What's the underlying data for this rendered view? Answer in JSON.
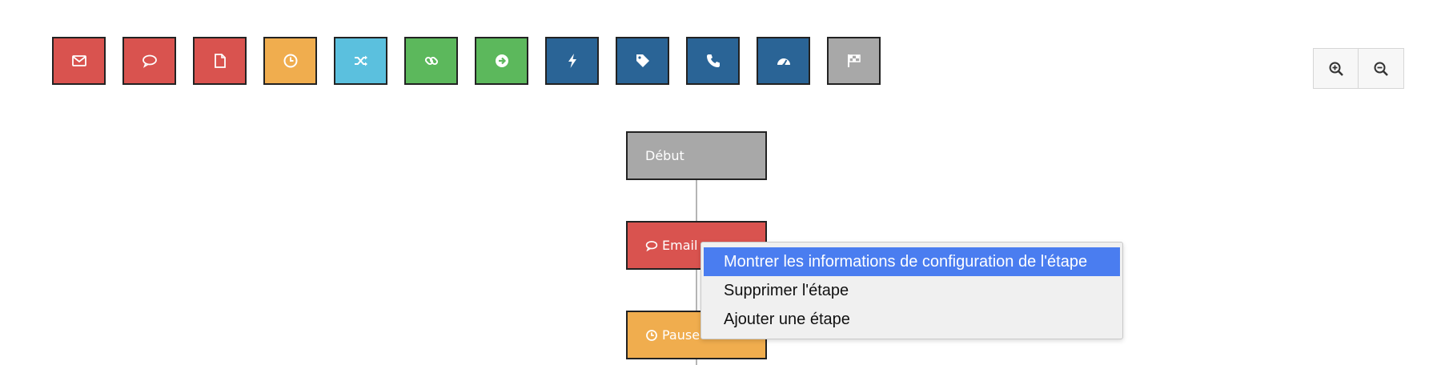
{
  "palette": {
    "tools": [
      {
        "icon": "envelope-icon",
        "color": "#d9534f"
      },
      {
        "icon": "comment-icon",
        "color": "#d9534f"
      },
      {
        "icon": "file-icon",
        "color": "#d9534f"
      },
      {
        "icon": "clock-icon",
        "color": "#f0ad4e"
      },
      {
        "icon": "random-icon",
        "color": "#5bc0de"
      },
      {
        "icon": "link-icon",
        "color": "#5cb85c"
      },
      {
        "icon": "arrow-circle-right-icon",
        "color": "#5cb85c"
      },
      {
        "icon": "bolt-icon",
        "color": "#2a6496"
      },
      {
        "icon": "tag-icon",
        "color": "#2a6496"
      },
      {
        "icon": "phone-icon",
        "color": "#2a6496"
      },
      {
        "icon": "dashboard-icon",
        "color": "#2a6496"
      },
      {
        "icon": "flag-checkered-icon",
        "color": "#a8a8a8"
      }
    ]
  },
  "zoom": {
    "in_icon": "zoom-in-icon",
    "out_icon": "zoom-out-icon"
  },
  "flow": {
    "nodes": [
      {
        "label": "Début",
        "icon": "",
        "color": "#a8a8a8"
      },
      {
        "label": "Email",
        "icon": "comment-icon",
        "color": "#d9534f"
      },
      {
        "label": "Pause",
        "icon": "clock-icon",
        "color": "#f0ad4e"
      }
    ]
  },
  "context_menu": {
    "items": [
      "Montrer les informations de configuration de l'étape",
      "Supprimer l'étape",
      "Ajouter une étape"
    ],
    "highlight_color": "#4a7df0"
  }
}
